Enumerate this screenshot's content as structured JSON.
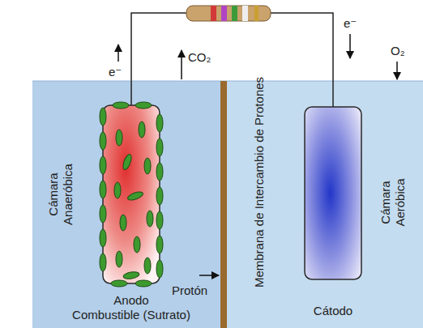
{
  "diagram": {
    "nodes": [
      {
        "text": [
          "Cámara Anaeróbica"
        ]
      },
      {
        "text": [
          "Anodo",
          "Combustible (Sutrato)"
        ],
        "in": 0
      },
      {
        "text": [
          "Membrana de Intercambio de Protones"
        ]
      },
      {
        "text": [
          "Cámara Aeróbica"
        ]
      },
      {
        "text": [
          "Cátodo"
        ],
        "in": 3
      }
    ],
    "edges": [
      {
        "from": 1,
        "to": 4,
        "arrow": "none"
      }
    ],
    "labels": [
      "e⁻",
      "CO₂",
      "e⁻",
      "O₂",
      "Protón"
    ]
  }
}
